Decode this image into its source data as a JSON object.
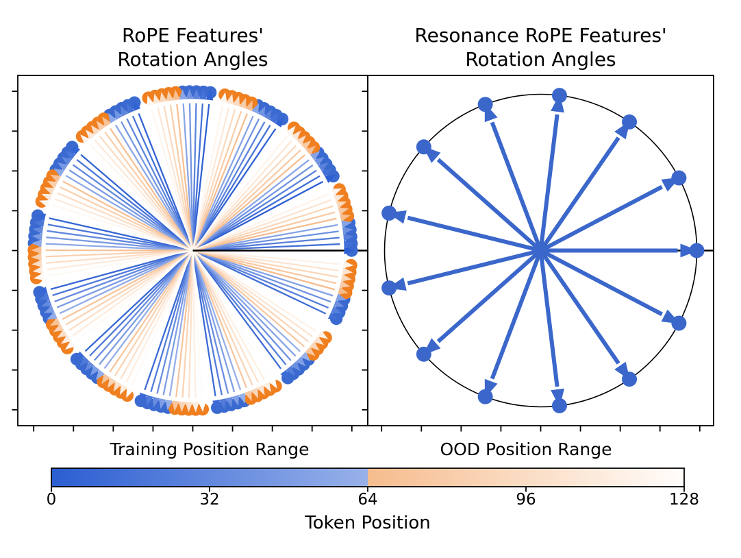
{
  "chart_data": [
    {
      "id": "rope",
      "type": "quiver",
      "title": "RoPE Features'\nRotation Angles",
      "n_positions": 128,
      "wavelength_tokens": 12.91,
      "angle_deg_formula": "(position * 360 / wavelength_tokens) % 360",
      "unit_radius": 1.0,
      "axis_range": [
        -1.1,
        1.1
      ],
      "tick_step": 0.25,
      "training_cutoff": 64,
      "colors": {
        "training_dot": "#3a6ad0",
        "ood_dot": "#f07f20",
        "line_training_start": "#2b5ed2",
        "line_training_end": "#98b1e9",
        "line_ood_start": "#f6bc8d",
        "line_ood_end": "#fffdfb",
        "reference_line": "#000000",
        "frame": "#000000"
      }
    },
    {
      "id": "resonance-rope",
      "type": "quiver",
      "title": "Resonance RoPE Features'\nRotation Angles",
      "n_spokes": 13,
      "spoke_angles_deg": [
        0,
        27.69,
        55.38,
        83.08,
        110.77,
        138.46,
        166.15,
        193.85,
        221.54,
        249.23,
        276.92,
        304.62,
        332.31
      ],
      "unit_radius": 1.0,
      "axis_range": [
        -1.1,
        1.1
      ],
      "tick_step": 0.25,
      "colors": {
        "arrow": "#3b67cb",
        "dot": "#3b67cb",
        "circle": "#000000",
        "reference_line": "#000000",
        "frame": "#000000"
      }
    },
    {
      "id": "colorbar",
      "type": "colorbar",
      "range_labels": [
        "Training Position Range",
        "OOD Position Range"
      ],
      "axis_label": "Token Position",
      "tick_labels": [
        "0",
        "32",
        "64",
        "96",
        "128"
      ],
      "tick_values": [
        0,
        32,
        64,
        96,
        128
      ],
      "min": 0,
      "max": 128,
      "boundary": 64,
      "gradient_stops": [
        {
          "at": 0,
          "color": "#2b5ed2"
        },
        {
          "at": 64,
          "color": "#98b1e9"
        },
        {
          "at": 64.001,
          "color": "#f6bc8d"
        },
        {
          "at": 128,
          "color": "#fffdfb"
        }
      ]
    }
  ]
}
